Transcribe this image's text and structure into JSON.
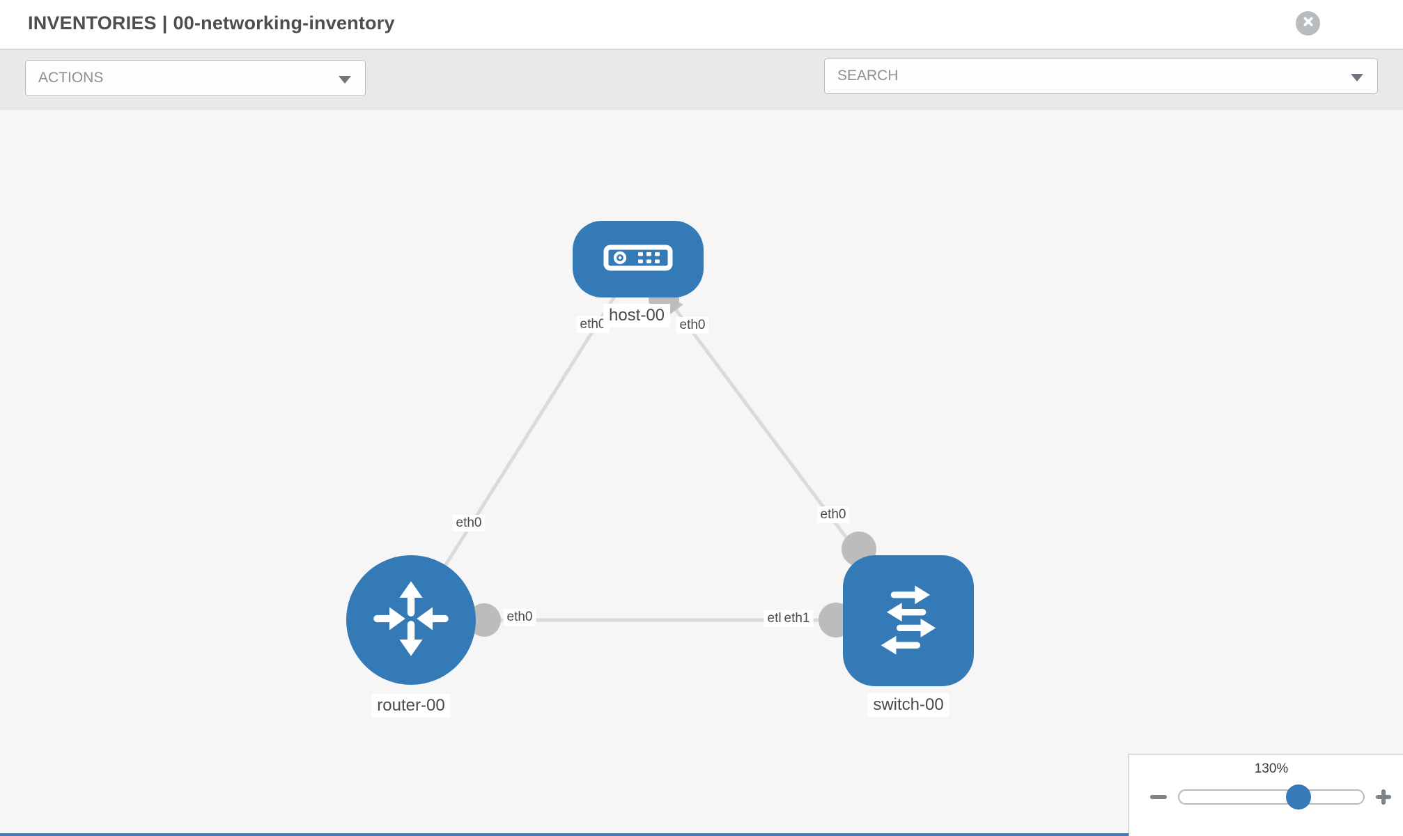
{
  "header": {
    "title_prefix": "INVENTORIES",
    "title_separator": "|",
    "inventory_name": "00-networking-inventory"
  },
  "toolbar": {
    "actions_placeholder": "ACTIONS",
    "search_placeholder": "SEARCH",
    "icons": [
      "wrench-icon",
      "key-icon"
    ]
  },
  "diagram": {
    "nodes": [
      {
        "id": "host-00",
        "type": "host",
        "label": "host-00"
      },
      {
        "id": "router-00",
        "type": "router",
        "label": "router-00"
      },
      {
        "id": "switch-00",
        "type": "switch",
        "label": "switch-00"
      }
    ],
    "links": [
      {
        "from": "host-00",
        "to": "router-00",
        "from_interface": "eth0",
        "to_interface": "eth0"
      },
      {
        "from": "host-00",
        "to": "switch-00",
        "from_interface": "eth0",
        "to_interface": "eth0"
      },
      {
        "from": "router-00",
        "to": "switch-00",
        "from_interface": "eth0",
        "to_interface": "eth1"
      }
    ],
    "interface_labels": [
      {
        "text": "eth0"
      },
      {
        "text": "eth0"
      },
      {
        "text": "eth0"
      },
      {
        "text": "eth0"
      },
      {
        "text": "eth0"
      },
      {
        "text": "eth0"
      },
      {
        "text": "eth1"
      }
    ]
  },
  "zoom_control": {
    "level": "130%"
  },
  "colors": {
    "node_blue": "#337ab7",
    "link_gray": "#dadada",
    "port_gray": "#bcbcbc",
    "canvas_bg": "#f6f6f6"
  }
}
